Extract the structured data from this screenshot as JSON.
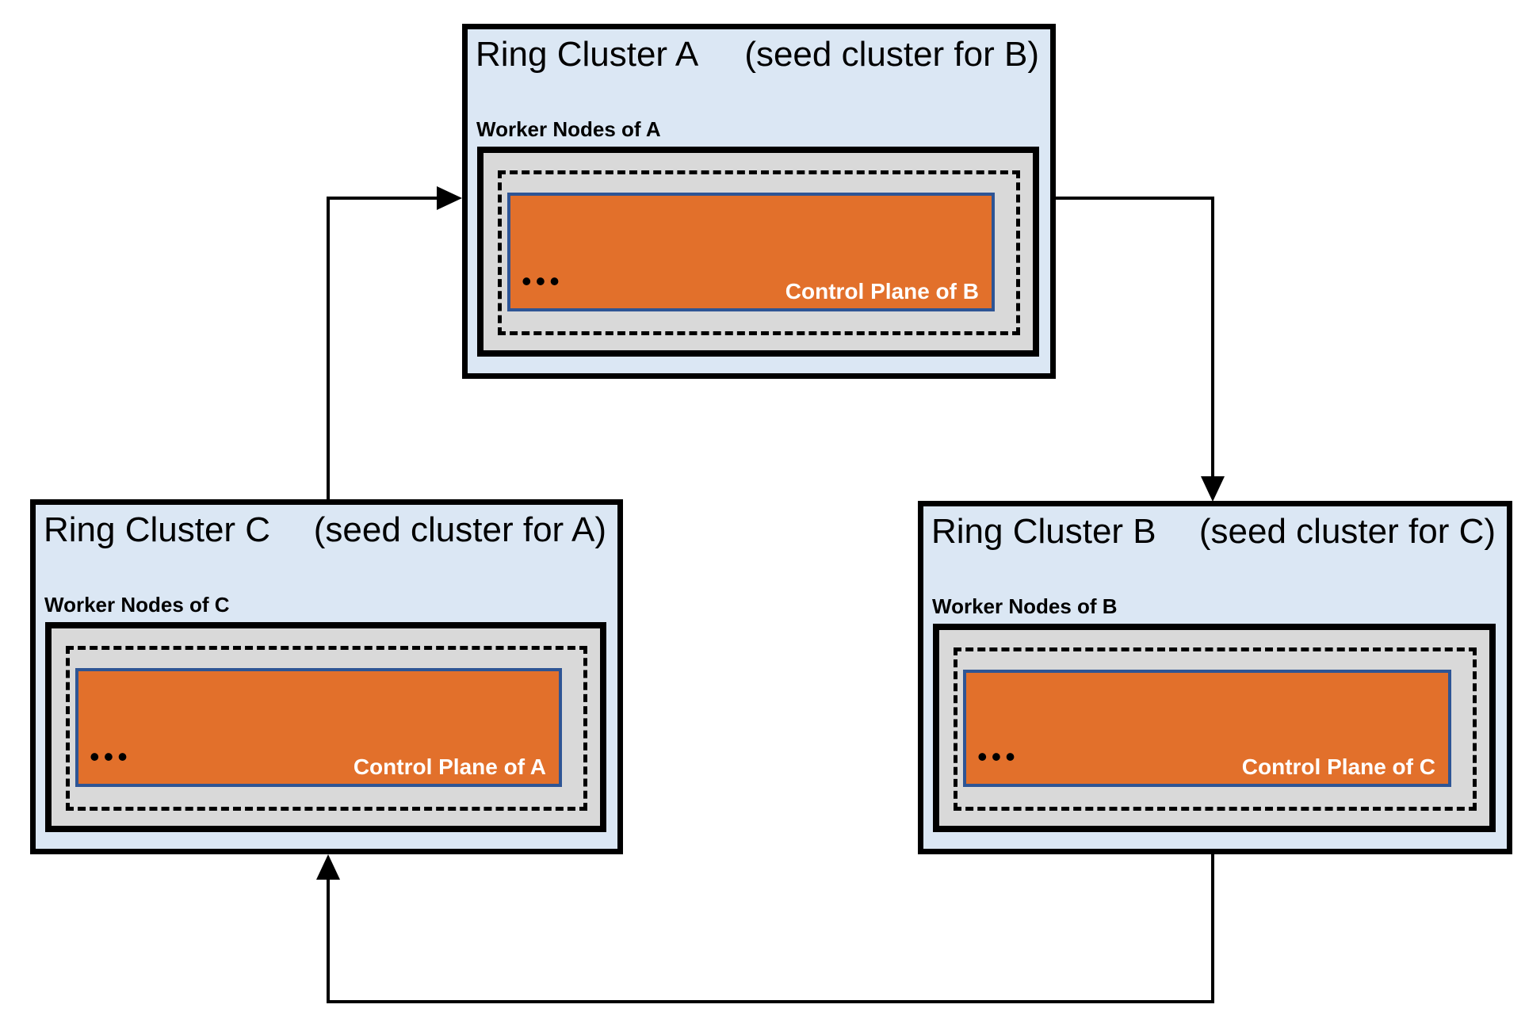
{
  "clusters": [
    {
      "id": "A",
      "title": "Ring Cluster A",
      "seed_note": "(seed cluster for B)",
      "worker_label": "Worker Nodes of A",
      "dots": "•••",
      "control_plane_label": "Control Plane of B"
    },
    {
      "id": "B",
      "title": "Ring Cluster B",
      "seed_note": "(seed cluster for C)",
      "worker_label": "Worker Nodes of B",
      "dots": "•••",
      "control_plane_label": "Control Plane of C"
    },
    {
      "id": "C",
      "title": "Ring Cluster C",
      "seed_note": "(seed cluster for A)",
      "worker_label": "Worker Nodes of C",
      "dots": "•••",
      "control_plane_label": "Control Plane of A"
    }
  ],
  "arrows": [
    {
      "from": "Ring Cluster C",
      "to": "Ring Cluster A"
    },
    {
      "from": "Ring Cluster A",
      "to": "Ring Cluster B"
    },
    {
      "from": "Ring Cluster B",
      "to": "Ring Cluster C"
    }
  ],
  "colors": {
    "cluster_fill": "#DBE7F4",
    "cluster_border": "#000000",
    "worker_area_fill": "#D9D9D9",
    "worker_area_border": "#000000",
    "pod_boundary_dash": "#000000",
    "control_plane_fill": "#E2702B",
    "control_plane_border": "#2E5595",
    "control_plane_text": "#FFFFFF",
    "arrow": "#000000"
  }
}
